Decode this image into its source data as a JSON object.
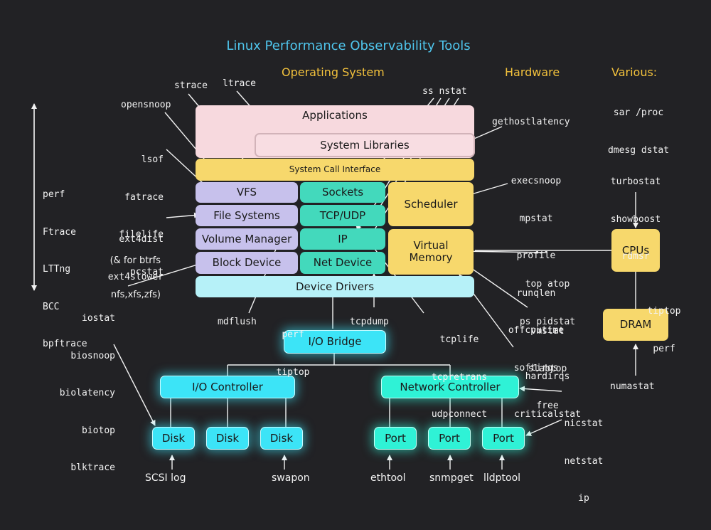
{
  "title": "Linux Performance Observability Tools",
  "headers": {
    "os": "Operating System",
    "hardware": "Hardware",
    "various": "Various:"
  },
  "boxes": {
    "applications": "Applications",
    "system_libraries": "System Libraries",
    "system_call_interface": "System Call Interface",
    "vfs": "VFS",
    "file_systems": "File Systems",
    "volume_manager": "Volume Manager",
    "block_device": "Block Device",
    "sockets": "Sockets",
    "tcp_udp": "TCP/UDP",
    "ip": "IP",
    "net_device": "Net Device",
    "scheduler": "Scheduler",
    "virtual_memory": [
      "Virtual",
      "Memory"
    ],
    "device_drivers": "Device Drivers",
    "cpus": "CPUs",
    "dram": "DRAM",
    "io_bridge": "I/O Bridge",
    "io_controller": "I/O Controller",
    "network_controller": "Network Controller",
    "disk": "Disk",
    "port": "Port"
  },
  "tools": {
    "various": [
      "sar /proc",
      "dmesg dstat"
    ],
    "tracers": [
      "perf",
      "Ftrace",
      "LTTng",
      "BCC",
      "bpftrace"
    ],
    "strace": "strace",
    "ltrace": "ltrace",
    "opensnoop": "opensnoop",
    "fs_tools": [
      "lsof",
      "fatrace",
      "filelife",
      "pcstat"
    ],
    "ext4_tools": [
      "ext4dist",
      "ext4slower"
    ],
    "btrfs_note": [
      "(& for btrfs",
      "nfs,xfs,zfs)"
    ],
    "ss_nstat": "ss nstat",
    "gethostlatency": "gethostlatency",
    "sched_tools": [
      "execsnoop",
      "mpstat",
      "profile",
      "runqlen",
      "offcputime",
      "softirqs"
    ],
    "cpu_tools": [
      "turbostat",
      "showboost",
      "rdmsr"
    ],
    "vm_tools_1": [
      "top atop",
      "ps pidstat"
    ],
    "vm_tools_2": [
      "vmstat",
      "slabtop",
      "free"
    ],
    "irq_tools": [
      "hardirqs",
      "criticalstat"
    ],
    "tiptop_perf": [
      "tiptop",
      "perf"
    ],
    "numastat": "numastat",
    "tcp_tools": [
      "tcplife",
      "tcpretrans",
      "udpconnect"
    ],
    "perf_tiptop": [
      "perf",
      "tiptop"
    ],
    "mdflush": "mdflush",
    "tcpdump": "tcpdump",
    "disk_tools": [
      "iostat",
      "biosnoop",
      "biolatency",
      "biotop",
      "blktrace"
    ],
    "nic_tools": [
      "nicstat",
      "netstat",
      "ip"
    ],
    "scsi_log": "SCSI log",
    "swapon": "swapon",
    "ethtool": "ethtool",
    "snmpget": "snmpget",
    "lldptool": "lldptool"
  },
  "colors": {
    "background": "#222225",
    "title": "#4fc5ec",
    "header": "#f2c13c",
    "os_top": "#f7d9de",
    "syscall": "#f7d86c",
    "storage_stack": "#c7c1ec",
    "network_stack": "#43d9bc",
    "drivers": "#b6f1f8",
    "io_hardware": "#3ce4f7",
    "net_hardware": "#2ff2d6"
  }
}
